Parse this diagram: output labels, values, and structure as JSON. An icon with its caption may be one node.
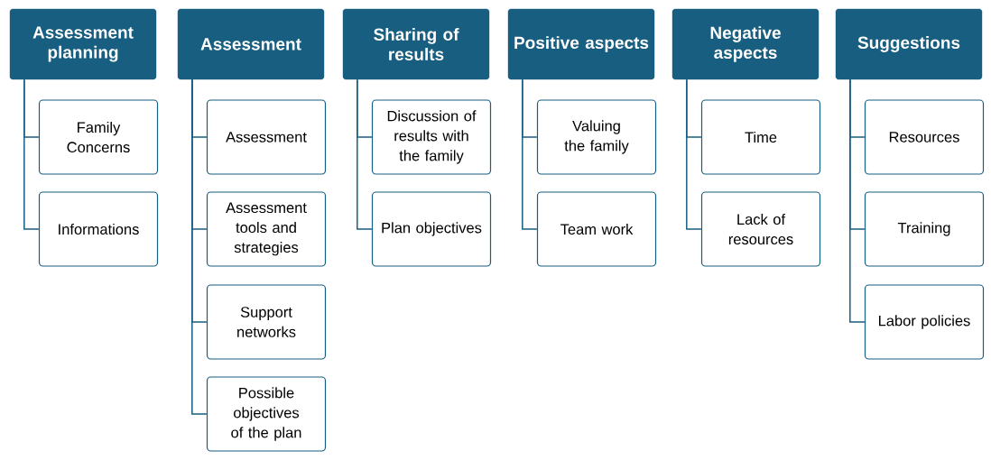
{
  "diagram": {
    "nodes": [
      {
        "text": [
          "Assessment planning"
        ]
      },
      {
        "text": [
          "Family Concerns"
        ]
      },
      {
        "text": [
          "Informations"
        ]
      },
      {
        "text": [
          "Assessment"
        ]
      },
      {
        "text": [
          "Assessment"
        ]
      },
      {
        "text": [
          "Assessment tools and strategies"
        ]
      },
      {
        "text": [
          "Support networks"
        ]
      },
      {
        "text": [
          "Possible objectives of the plan"
        ]
      },
      {
        "text": [
          "Sharing of results"
        ]
      },
      {
        "text": [
          "Discussion of results with the family"
        ]
      },
      {
        "text": [
          "Plan objectives"
        ]
      },
      {
        "text": [
          "Positive aspects"
        ]
      },
      {
        "text": [
          "Valuing the family"
        ]
      },
      {
        "text": [
          "Team work"
        ]
      },
      {
        "text": [
          "Negative aspects"
        ]
      },
      {
        "text": [
          "Time"
        ]
      },
      {
        "text": [
          "Lack of resources"
        ]
      },
      {
        "text": [
          "Suggestions"
        ]
      },
      {
        "text": [
          "Resources"
        ]
      },
      {
        "text": [
          "Training"
        ]
      },
      {
        "text": [
          "Labor policies"
        ]
      }
    ],
    "edges": [
      {
        "from": 0,
        "to": 1,
        "arrow": "none"
      },
      {
        "from": 0,
        "to": 2,
        "arrow": "none"
      },
      {
        "from": 3,
        "to": 4,
        "arrow": "none"
      },
      {
        "from": 3,
        "to": 5,
        "arrow": "none"
      },
      {
        "from": 3,
        "to": 6,
        "arrow": "none"
      },
      {
        "from": 3,
        "to": 7,
        "arrow": "none"
      },
      {
        "from": 8,
        "to": 9,
        "arrow": "none"
      },
      {
        "from": 8,
        "to": 10,
        "arrow": "none"
      },
      {
        "from": 11,
        "to": 12,
        "arrow": "none"
      },
      {
        "from": 11,
        "to": 13,
        "arrow": "none"
      },
      {
        "from": 14,
        "to": 15,
        "arrow": "none"
      },
      {
        "from": 14,
        "to": 16,
        "arrow": "none"
      },
      {
        "from": 17,
        "to": 18,
        "arrow": "none"
      },
      {
        "from": 17,
        "to": 19,
        "arrow": "none"
      },
      {
        "from": 17,
        "to": 20,
        "arrow": "none"
      }
    ]
  }
}
